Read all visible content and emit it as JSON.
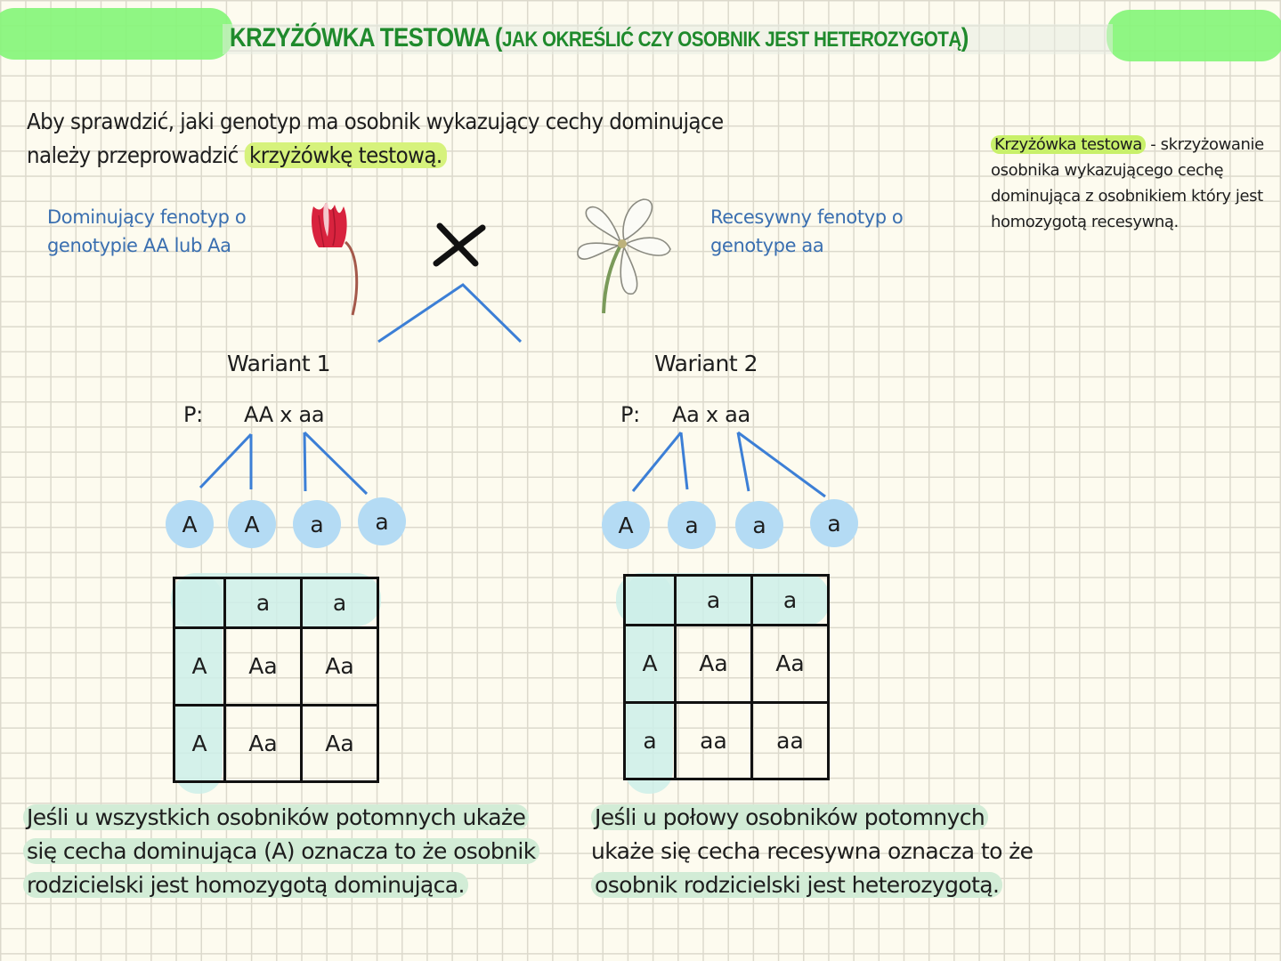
{
  "title": {
    "main": "KRZYŻÓWKA TESTOWA (",
    "sub": "JAK OKREŚLIĆ CZY OSOBNIK JEST HETEROZYGOTĄ",
    "close": ")"
  },
  "intro": {
    "text_before": "Aby sprawdzić, jaki genotyp ma osobnik wykazujący cechy dominujące należy przeprowadzić ",
    "highlight": "krzyżówkę testową."
  },
  "definition": {
    "term": "Krzyżówka testowa",
    "text": " - skrzyżowanie osobnika wykazującego cechę dominująca z osobnikiem który jest homozygotą recesywną."
  },
  "dominant_note": {
    "line1": "Dominujący fenotyp o",
    "line2": "genotypie AA lub Aa"
  },
  "recessive_note": {
    "line1": "Recesywny fenotyp o",
    "line2": "genotype aa"
  },
  "icons": {
    "dominant_flower": "red-cyclamen-flower-icon",
    "recessive_flower": "white-flower-icon",
    "cross": "cross-symbol-icon"
  },
  "colors": {
    "title_green": "#1f8a2c",
    "pill_green": "#86f57a",
    "allele_blue": "#b4dbf4",
    "note_blue": "#3a6fb0",
    "highlight_yellow": "#d6f27c",
    "highlight_green": "#d2ecd6",
    "branch_blue": "#3c7fd6"
  },
  "variants": [
    {
      "title": "Wariant 1",
      "p_label": "P:",
      "parents": "AA x aa",
      "gametes": [
        "A",
        "A",
        "a",
        "a"
      ],
      "punnett": {
        "header": [
          "",
          "a",
          "a"
        ],
        "rows": [
          [
            "A",
            "Aa",
            "Aa"
          ],
          [
            "A",
            "Aa",
            "Aa"
          ]
        ]
      },
      "conclusion": "Jeśli u wszystkich osobników potomnych ukaże się cecha dominująca (A) oznacza to że osobnik rodzicielski jest homozygotą dominująca.",
      "conclusion_lines": [
        "Jeśli u wszystkich osobników potomnych ukaże",
        "się cecha dominująca (A) oznacza to że osobnik",
        "rodzicielski jest homozygotą dominująca."
      ]
    },
    {
      "title": "Wariant 2",
      "p_label": "P:",
      "parents": "Aa x aa",
      "gametes": [
        "A",
        "a",
        "a",
        "a"
      ],
      "punnett": {
        "header": [
          "",
          "a",
          "a"
        ],
        "rows": [
          [
            "A",
            "Aa",
            "Aa"
          ],
          [
            "a",
            "aa",
            "aa"
          ]
        ]
      },
      "conclusion": "Jeśli u połowy osobników potomnych ukaże się cecha recesywna oznacza to że osobnik rodzicielski jest heterozygotą.",
      "conclusion_lines": [
        "Jeśli u połowy osobników potomnych",
        "ukaże się cecha recesywna oznacza to że",
        "osobnik rodzicielski jest heterozygotą."
      ]
    }
  ]
}
